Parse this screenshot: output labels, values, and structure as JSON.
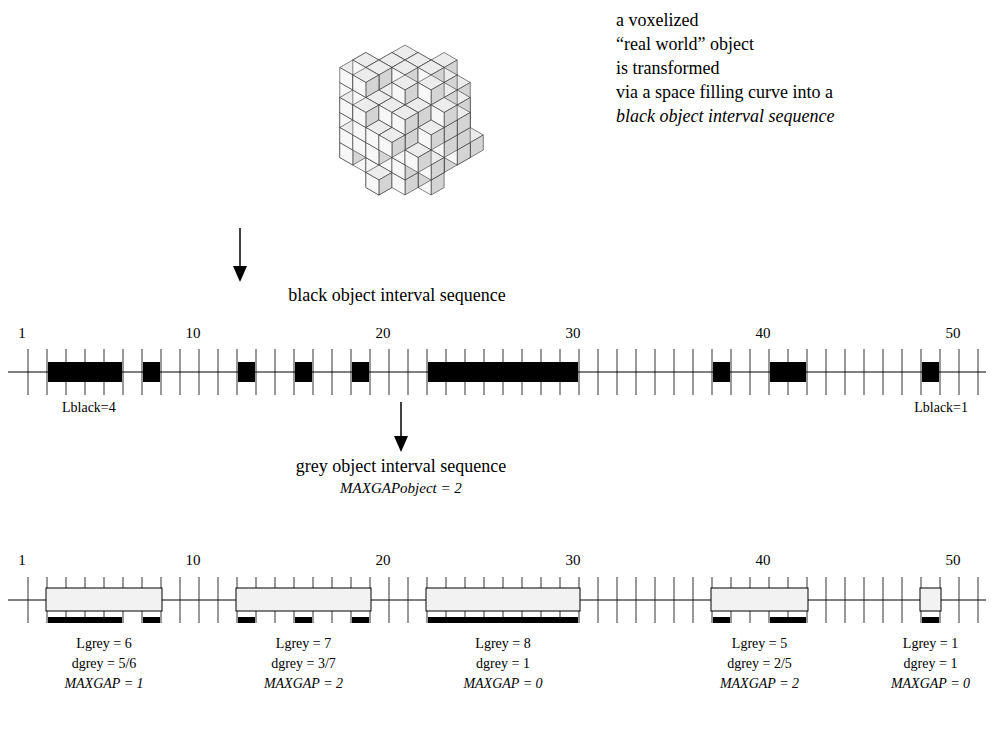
{
  "diagram": {
    "labels": [
      "a voxelized",
      "“real world” object",
      "is transformed",
      "via a space filling curve into a",
      "black object interval sequence",
      "black object interval sequence",
      "1",
      "10",
      "20",
      "30",
      "40",
      "50",
      "Lblack=4",
      "Lblack=1",
      "grey object interval sequence",
      "MAXGAPobject = 2",
      "1",
      "10",
      "20",
      "30",
      "40",
      "50",
      "Lgrey = 6",
      "dgrey = 5/6",
      "MAXGAP = 1",
      "Lgrey = 7",
      "dgrey = 3/7",
      "MAXGAP = 2",
      "Lgrey = 8",
      "dgrey = 1",
      "MAXGAP = 0",
      "Lgrey = 5",
      "dgrey = 2/5",
      "MAXGAP = 2",
      "Lgrey = 1",
      "dgrey = 1",
      "MAXGAP = 0"
    ]
  }
}
